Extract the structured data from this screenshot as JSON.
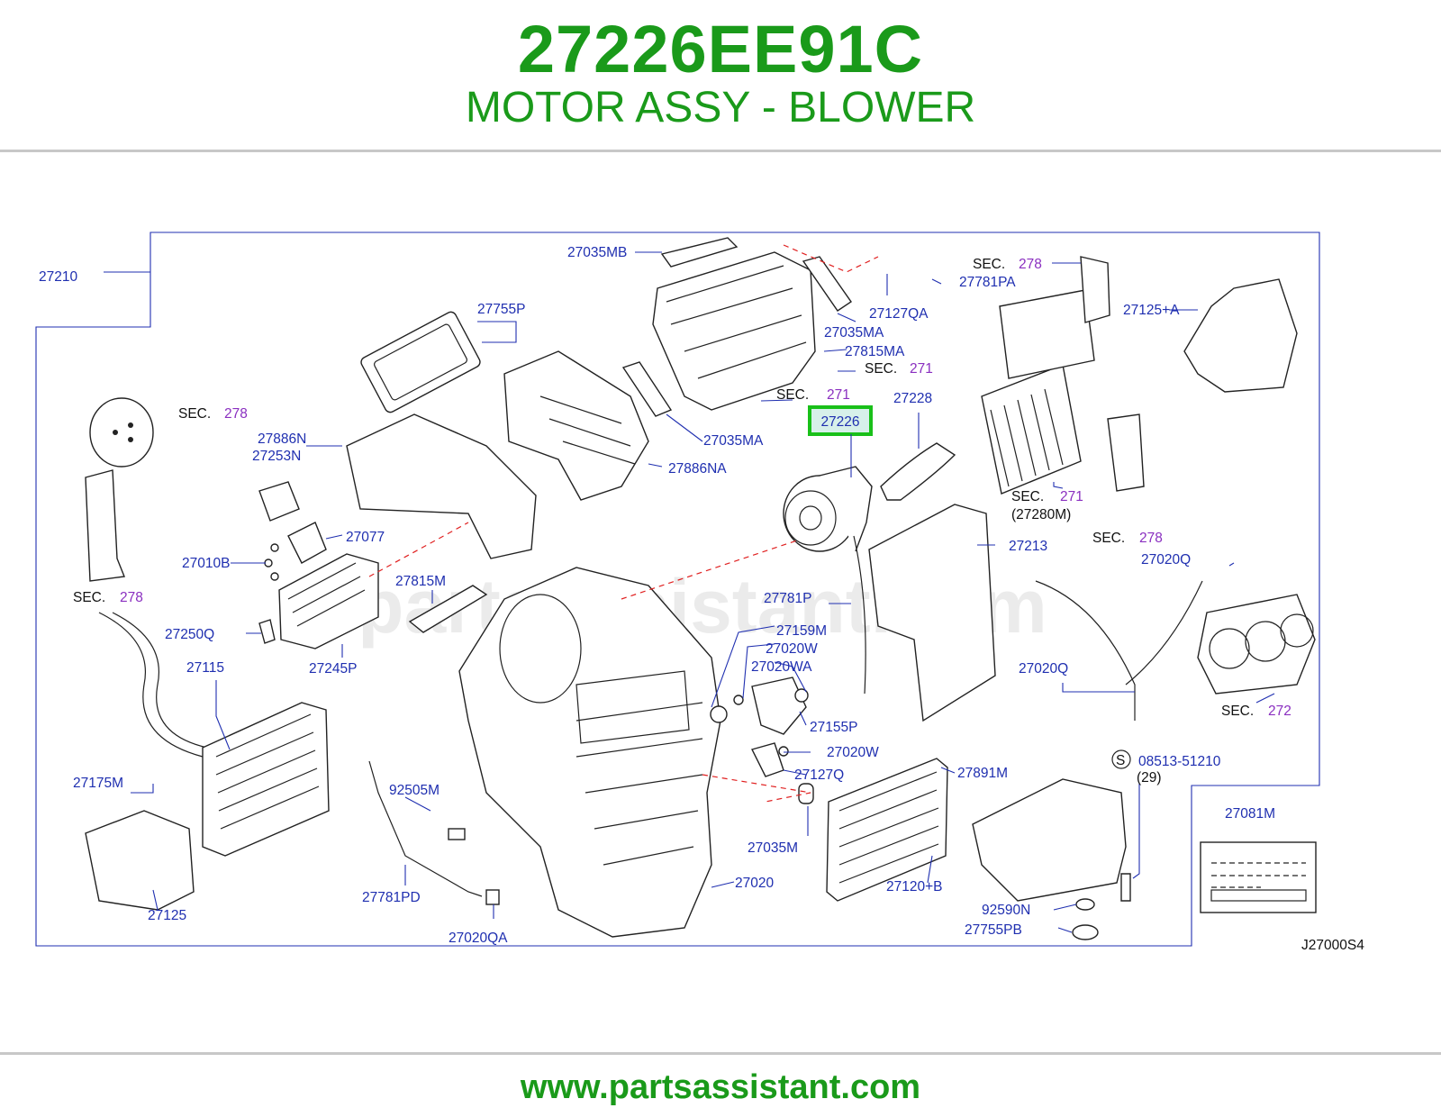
{
  "header": {
    "part_number": "27226EE91C",
    "part_name": "MOTOR ASSY - BLOWER"
  },
  "diagram": {
    "watermark": "partsassistant.com",
    "code": "J27000S4",
    "highlighted": "27226",
    "highlight_color": "#19c019",
    "labels": {
      "l27035MB": "27035MB",
      "l27210": "27210",
      "l27755P": "27755P",
      "l27127QA": "27127QA",
      "l27781PA": "27781PA",
      "l27035MA_1": "27035MA",
      "l27815MA": "27815MA",
      "l27125A": "27125+A",
      "l27228": "27228",
      "l27226": "27226",
      "l27035MA_2": "27035MA",
      "l27886NA": "27886NA",
      "l27886N": "27886N",
      "l27253N": "27253N",
      "l27077": "27077",
      "l27010B": "27010B",
      "l27815M": "27815M",
      "l27250Q": "27250Q",
      "l27245P": "27245P",
      "l27115": "27115",
      "l27175M": "27175M",
      "l27125": "27125",
      "l92505M": "92505M",
      "l27781PD": "27781PD",
      "l27020QA": "27020QA",
      "l27213": "27213",
      "l27781P": "27781P",
      "l27159M": "27159M",
      "l27020W_1": "27020W",
      "l27020WA": "27020WA",
      "l27155P": "27155P",
      "l27020W_2": "27020W",
      "l27127Q": "27127Q",
      "l27035M": "27035M",
      "l27020": "27020",
      "l27891M": "27891M",
      "l27120B": "27120+B",
      "l92590N": "92590N",
      "l27755PB": "27755PB",
      "l08513": "08513-51210",
      "l29": "(29)",
      "s_mark": "S",
      "l27081M": "27081M",
      "l27020Q_1": "27020Q",
      "l27020Q_2": "27020Q",
      "l27280M": "(27280M)"
    },
    "sections": {
      "sec_word": "SEC.",
      "s1": "278",
      "s2": "271",
      "s3": "271",
      "s4": "278",
      "s5": "271",
      "s6": "278",
      "s7": "278",
      "s8": "272"
    }
  },
  "footer": {
    "url": "www.partsassistant.com"
  }
}
